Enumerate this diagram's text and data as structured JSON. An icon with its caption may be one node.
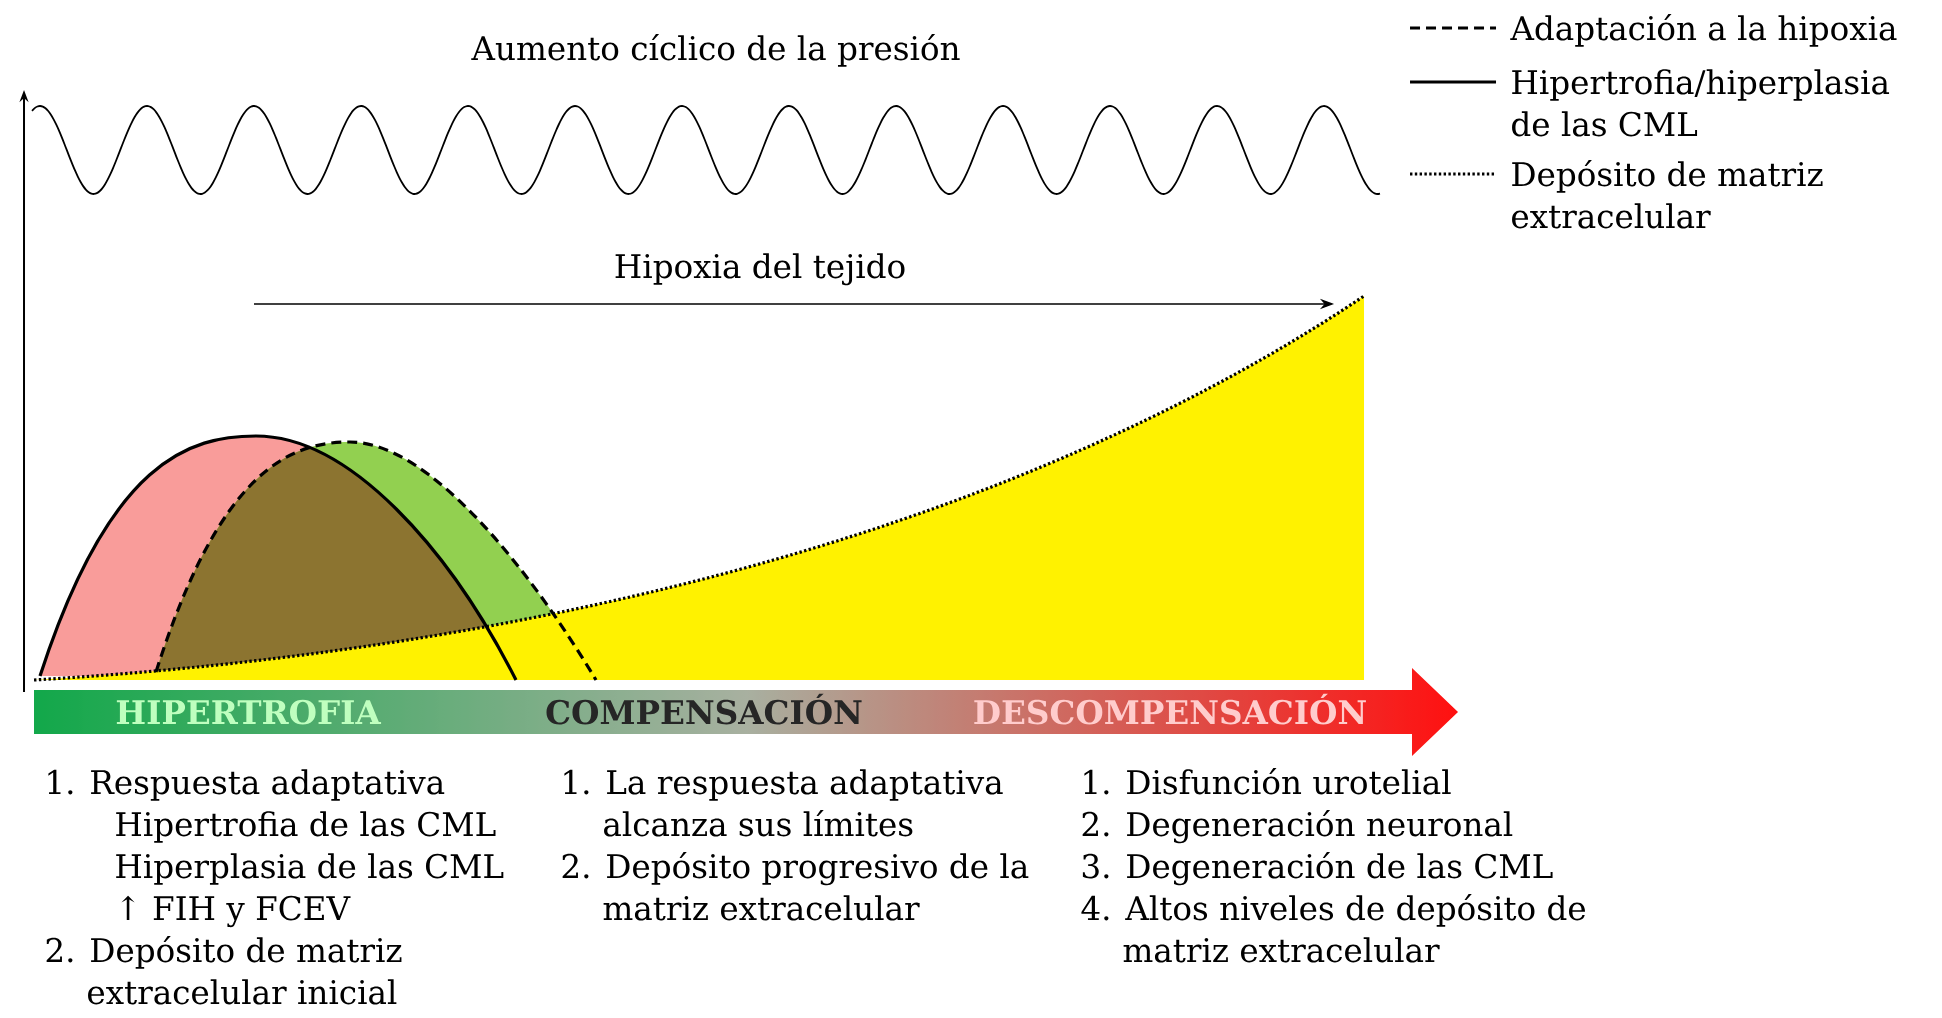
{
  "diagram": {
    "labels": [
      "Aumento cíclico de la presión",
      "Hipoxia del tejido",
      "HIPERTROFIA",
      "COMPENSACIÓN",
      "DESCOMPENSACIÓN",
      "1. Respuesta adaptativa",
      "Hipertrofia de las CML",
      "Hiperplasia de las CML",
      "↑ FIH y FCEV",
      "2. Depósito de matriz extracelular inicial",
      "1. La respuesta adaptativa alcanza sus límites",
      "2. Depósito progresivo de la matriz extracelular",
      "1. Disfunción urotelial",
      "2. Degeneración neuronal",
      "3. Degeneración de las CML",
      "4. Altos niveles de depósito de matriz extracelular"
    ],
    "legend": [
      {
        "text": "Adaptación a la hipoxia"
      },
      {
        "text": "Hipertrofia/hiperplasia de las CML"
      },
      {
        "text": "Depósito de matriz extracelular"
      }
    ]
  }
}
